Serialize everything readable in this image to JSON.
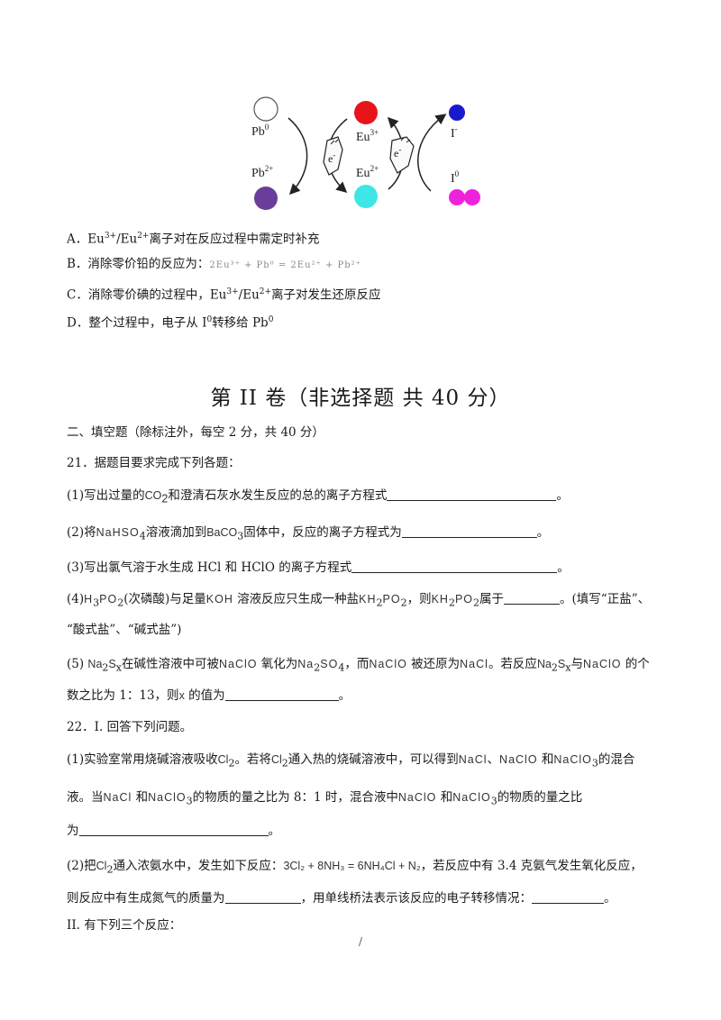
{
  "diagram": {
    "pb0": "Pb",
    "pb0_sup": "0",
    "pb2": "Pb",
    "pb2_sup": "2+",
    "eu3": "Eu",
    "eu3_sup": "3+",
    "eu2": "Eu",
    "eu2_sup": "2+",
    "iminus": "I",
    "iminus_sup": "-",
    "i0": "I",
    "i0_sup": "0",
    "electron": "e",
    "electron_sup": "-",
    "colors": {
      "pb0": "#ffffff",
      "pb2": "#6a3d9a",
      "eu3": "#e8141a",
      "eu2": "#3fe6e6",
      "iminus": "#1a1acc",
      "i0": "#ee22dd"
    }
  },
  "options": {
    "a": {
      "lead": "A．",
      "s1": "Eu",
      "s1sup": "3+",
      "s2": "/Eu",
      "s2sup": "2+",
      "rest": "离子对在反应过程中需定时补充"
    },
    "b": {
      "lead": "B．消除零价铅的反应为：",
      "eq": "2Eu³⁺ + Pb⁰ = 2Eu²⁺ + Pb²⁺"
    },
    "c": {
      "lead": "C．消除零价碘的过程中，Eu",
      "s1sup": "3+",
      "s2": "/Eu",
      "s2sup": "2+",
      "rest": "离子对发生还原反应"
    },
    "d": {
      "lead": "D．整个过程中，电子从  I",
      "s1sup": "0",
      "mid": "转移给  Pb",
      "s2sup": "0"
    }
  },
  "section_title": "第 II 卷（非选择题  共 40 分）",
  "section2": "二、填空题（除标注外，每空 2 分，共 40 分）",
  "q21": {
    "head": "21．据题目要求完成下列各题：",
    "p1_a": "(1)写出过量的",
    "p1_f": "CO",
    "p1_fsub": "2",
    "p1_b": "和澄清石灰水发生反应的总的离子方程式",
    "p2_a": "(2)将",
    "p2_f": "NaHSO",
    "p2_fsub": "4",
    "p2_b": "溶液滴加到",
    "p2_f2": "BaCO",
    "p2_f2sub": "3",
    "p2_c": "固体中，反应的离子方程式为",
    "p3": "(3)写出氯气溶于水生成 HCl 和 HClO 的离子方程式",
    "p4_a": "(4)",
    "p4_f": "H",
    "p4_fsub1": "3",
    "p4_f_b": "PO",
    "p4_fsub2": "2",
    "p4_b": "(次磷酸)与足量",
    "p4_koh": "KOH",
    "p4_c": "溶液反应只生成一种盐",
    "p4_salt": "KH",
    "p4_saltsub1": "2",
    "p4_salt_b": "PO",
    "p4_saltsub2": "2",
    "p4_d": "，则",
    "p4_e": "属于",
    "p4_f2": "。(填写“正盐”、",
    "p4_line2": "“酸式盐”、“碱式盐”)",
    "p5_a": "(5) ",
    "p5_na": "Na",
    "p5_nasub": "2",
    "p5_s": "S",
    "p5_ssub": "x",
    "p5_b": "在碱性溶液中可被",
    "p5_naclo": "NaClO",
    "p5_c": "氧化为",
    "p5_na2so4": "Na",
    "p5_na2so4sub": "2",
    "p5_so4": "SO",
    "p5_so4sub": "4",
    "p5_d": "，而",
    "p5_e": "被还原为",
    "p5_nacl": "NaCl",
    "p5_f": "。若反应",
    "p5_g": "与",
    "p5_h": "的个",
    "p5_line2_a": "数之比为 1：13，则",
    "p5_x": "x",
    "p5_line2_b": "的值为"
  },
  "q22": {
    "head": "22．I.  回答下列问题。",
    "p1_a": "(1)实验室常用烧碱溶液吸收",
    "cl2": "Cl",
    "cl2sub": "2",
    "p1_b": "。若将",
    "p1_c": "通入热的烧碱溶液中，可以得到",
    "nacl": "NaCl",
    "sep": "、",
    "naclo": "NaClO",
    "and": "和",
    "naclo3": "NaClO",
    "naclo3sub": "3",
    "p1_d": "的混合",
    "p1_line2_a": "液。当",
    "p1_line2_b": "的物质的量之比为 8：1 时，混合液中",
    "p1_line2_c": "的物质的量之比",
    "p1_line3": "为",
    "p2_a": "(2)把",
    "p2_b": "通入浓氨水中，发生如下反应：",
    "eq2": "3Cl₂ + 8NH₃ = 6NH₄Cl + N₂",
    "p2_c": "，若反应中有 3.4 克氨气发生氧化反应，",
    "p2_line2_a": "则反应中有生成氮气的质量为",
    "p2_line2_b": "，用单线桥法表示该反应的电子转移情况：",
    "period": "。",
    "ii": "II.  有下列三个反应："
  },
  "page_number": "/"
}
